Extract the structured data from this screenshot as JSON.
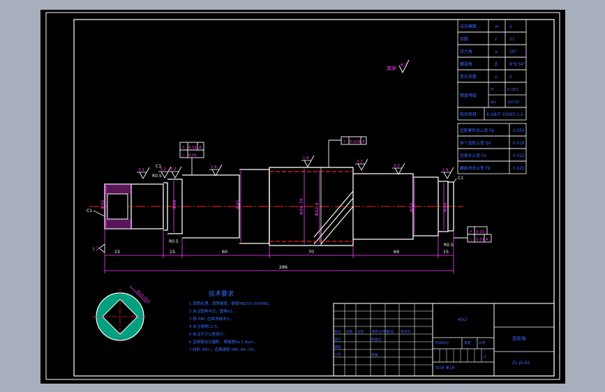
{
  "gear_params": [
    {
      "name": "法向模数",
      "sym": "m",
      "val": "2"
    },
    {
      "name": "齿数",
      "sym": "z",
      "val": "21"
    },
    {
      "name": "压力角",
      "sym": "α",
      "val": "20°"
    },
    {
      "name": "螺旋角",
      "sym": "β",
      "val": "8°6'34\""
    },
    {
      "name": "变位系数",
      "sym": "x",
      "val": "0"
    }
  ],
  "precision": {
    "label": "精度等级",
    "r1_sym": "Fr",
    "r1_val": "0.063",
    "r2_sym": "fpt",
    "r2_val": "±0.02"
  },
  "standard": {
    "label": "检验项目",
    "val": "8 GB/T 10095.1-2"
  },
  "tolerances": [
    {
      "name": "齿距累积总公差 Fp",
      "val": "0.050"
    },
    {
      "name": "单个齿距公差 fpt",
      "val": "0.016"
    },
    {
      "name": "齿廓总公差 Fα",
      "val": "0.022"
    },
    {
      "name": "螺旋线总公差 Fβ",
      "val": "0.025"
    }
  ],
  "tech": {
    "title": "技术要求",
    "lines": [
      "1.调质处理，调质硬度，硬度HB210-250HBS。",
      "2.未注圆角半径，圆角R1。",
      "3.按 HBC 齿面渗碳淬火。",
      "4.未注倒角C1.5。",
      "5.未注尺寸公差按IT。",
      "6.齿面需经过磨削，粗糙度Ra 1.6μm。",
      "7.材料 40Cr，齿面硬度 HRC 48~55。"
    ]
  },
  "dims": {
    "d_left": "Φ35",
    "d_step": "Φ40",
    "d_bearing": "Φ45",
    "d_tip": "Φ48.79",
    "d_ref": "Φ42.4",
    "d_right": "Φ50",
    "d_end": "Φ40",
    "l1": "15",
    "l2": "15",
    "l3": "60",
    "l4": "70",
    "l5": "69",
    "l6": "15",
    "total": "286",
    "fillet_l": "R0.5",
    "fillet_r": "R0.5",
    "keyway": "6±0.015",
    "chamfer_l": "C1",
    "chamfer_r": "C1"
  },
  "roughness": [
    "3.2",
    "3.2",
    "3.2",
    "1.6",
    "1.6",
    "3.2",
    "3.2",
    "1.6",
    "6.3"
  ],
  "gtol": {
    "runout_left": "0.01",
    "runout_mid": "0.025",
    "runout_right": "0.01",
    "datum": "A"
  },
  "title_block": {
    "part_name": "齿轮轴",
    "material": "40Cr",
    "drawing_no": "ZL-JS-02",
    "scale": "1:1",
    "sheet": "共1张 第1张",
    "labels": [
      "标记",
      "处数",
      "分区",
      "更改文件号",
      "签名",
      "年月日",
      "设计",
      "标准化",
      "审核",
      "工艺",
      "批准",
      "阶段标记",
      "重量",
      "比例"
    ]
  }
}
